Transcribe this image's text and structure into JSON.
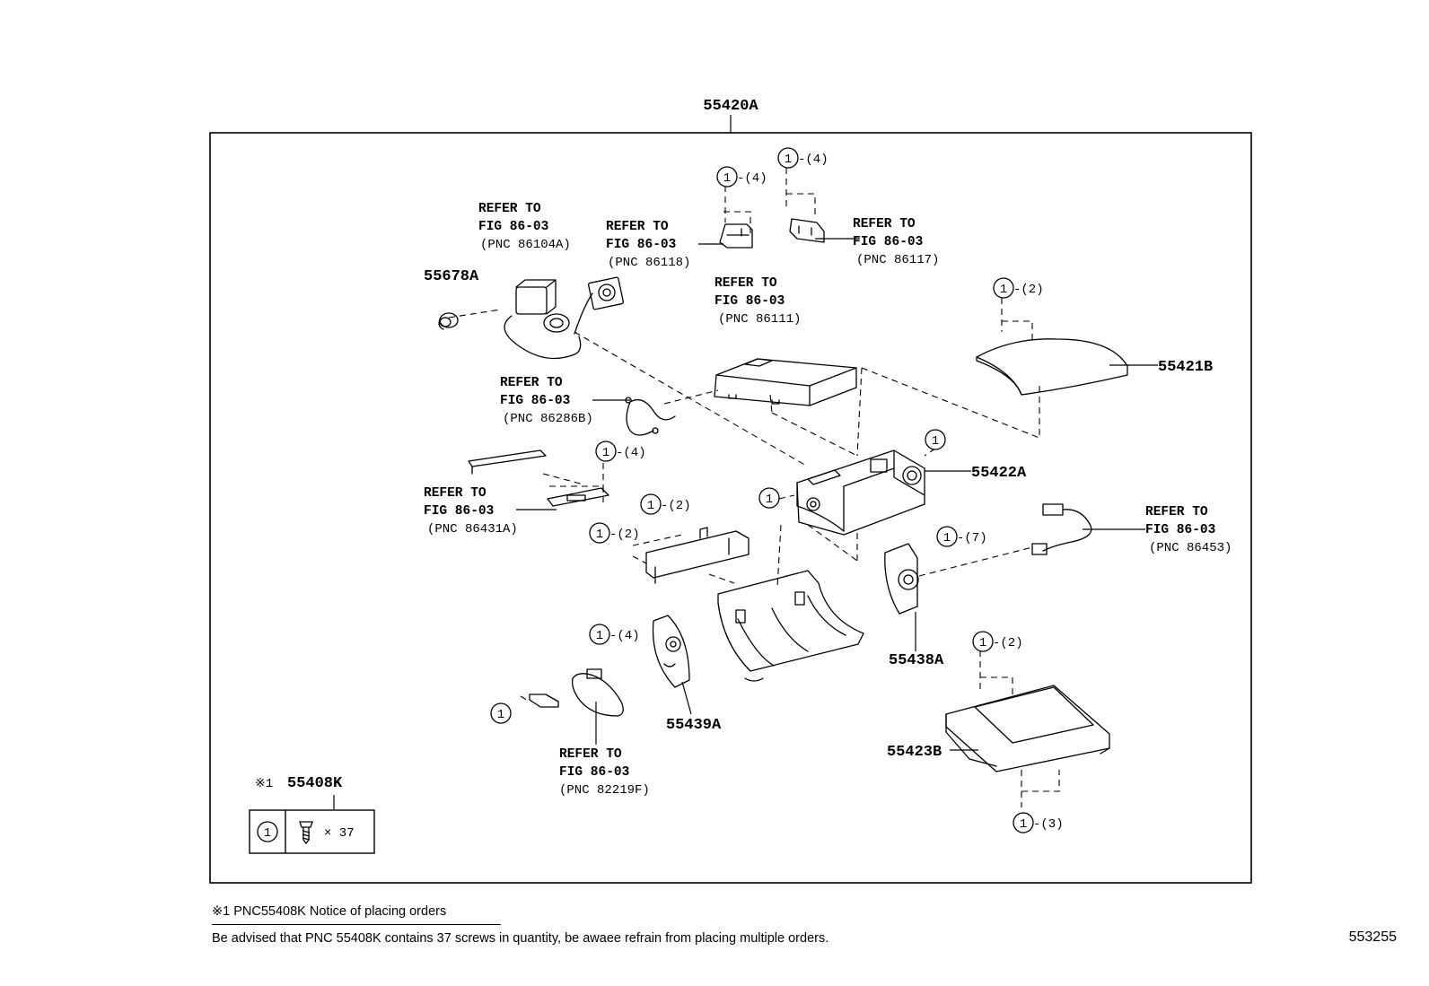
{
  "assembly": {
    "label": "55420A"
  },
  "parts": {
    "p55678A": "55678A",
    "p55421B": "55421B",
    "p55422A": "55422A",
    "p55438A": "55438A",
    "p55439A": "55439A",
    "p55423B": "55423B"
  },
  "refs": {
    "r86104A": {
      "line1": "REFER TO",
      "line2": "FIG 86-03",
      "line3": "(PNC 86104A)"
    },
    "r86118": {
      "line1": "REFER TO",
      "line2": "FIG 86-03",
      "line3": "(PNC 86118)"
    },
    "r86117": {
      "line1": "REFER TO",
      "line2": "FIG 86-03",
      "line3": "(PNC 86117)"
    },
    "r86111": {
      "line1": "REFER TO",
      "line2": "FIG 86-03",
      "line3": "(PNC 86111)"
    },
    "r86286B": {
      "line1": "REFER TO",
      "line2": "FIG 86-03",
      "line3": "(PNC 86286B)"
    },
    "r86431A": {
      "line1": "REFER TO",
      "line2": "FIG 86-03",
      "line3": "(PNC 86431A)"
    },
    "r86453": {
      "line1": "REFER TO",
      "line2": "FIG 86-03",
      "line3": "(PNC 86453)"
    },
    "r82219F": {
      "line1": "REFER TO",
      "line2": "FIG 86-03",
      "line3": "(PNC 82219F)"
    }
  },
  "callouts": {
    "num": "1",
    "q2": "-(2)",
    "q3": "-(3)",
    "q4": "-(4)",
    "q7": "-(7)"
  },
  "kit": {
    "mark": "※1",
    "label": "55408K",
    "item": "1",
    "quantity": "× 37"
  },
  "notice": {
    "title": "※1 PNC55408K Notice of placing orders",
    "body": "Be advised that PNC 55408K contains 37 screws in quantity, be awaee refrain from placing multiple orders."
  },
  "figure_id": "553255"
}
